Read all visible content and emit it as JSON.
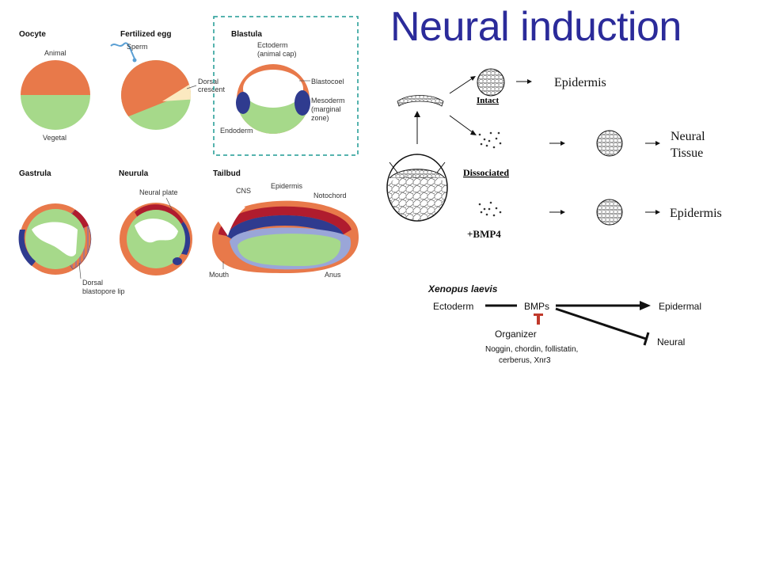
{
  "title": "Neural induction",
  "stages": {
    "oocyte": {
      "heading": "Oocyte",
      "animal": "Animal",
      "vegetal": "Vegetal"
    },
    "fertilized": {
      "heading": "Fertilized egg",
      "sperm": "Sperm",
      "dorsal1": "Dorsal",
      "dorsal2": "crescent"
    },
    "blastula": {
      "heading": "Blastula",
      "ecto1": "Ectoderm",
      "ecto2": "(animal cap)",
      "blastocoel": "Blastocoel",
      "meso1": "Mesoderm",
      "meso2": "(marginal",
      "meso3": "zone)",
      "endoderm": "Endoderm"
    },
    "gastrula": {
      "heading": "Gastrula",
      "lip1": "Dorsal",
      "lip2": "blastopore lip"
    },
    "neurula": {
      "heading": "Neurula",
      "plate": "Neural plate"
    },
    "tailbud": {
      "heading": "Tailbud",
      "cns": "CNS",
      "epidermis": "Epidermis",
      "notochord": "Notochord",
      "mouth": "Mouth",
      "anus": "Anus"
    }
  },
  "experiment": {
    "intact": "Intact",
    "dissociated": "Dissociated",
    "bmp4": "+BMP4",
    "epidermis_1": "Epidermis",
    "neural_1": "Neural",
    "neural_2": "Tissue",
    "epidermis_2": "Epidermis"
  },
  "pathway": {
    "species": "Xenopus laevis",
    "ectoderm": "Ectoderm",
    "bmps": "BMPs",
    "epidermal": "Epidermal",
    "neural": "Neural",
    "organizer": "Organizer",
    "factors_1": "Noggin, chordin, follistatin,",
    "factors_2": "cerberus, Xnr3"
  },
  "colors": {
    "title": "#2b2b9a",
    "animal": "#e8794a",
    "vegetal": "#a6d98a",
    "mesoderm": "#2f3b8f",
    "neural": "#b01c2e",
    "highlight_box": "#1f9a94",
    "inhibitor": "#c0392b"
  }
}
